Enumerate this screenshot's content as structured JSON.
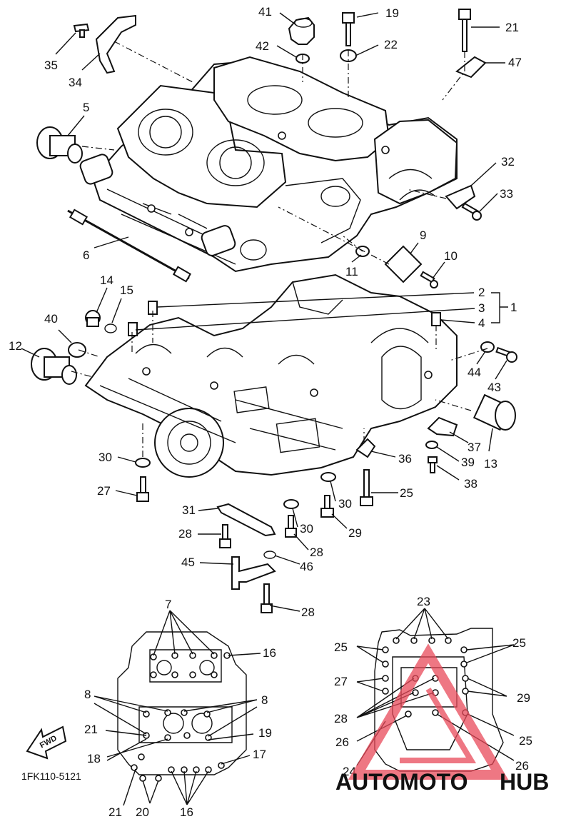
{
  "callouts": [
    {
      "n": "41"
    },
    {
      "n": "19"
    },
    {
      "n": "21"
    },
    {
      "n": "42"
    },
    {
      "n": "22"
    },
    {
      "n": "47"
    },
    {
      "n": "35"
    },
    {
      "n": "34"
    },
    {
      "n": "5"
    },
    {
      "n": "32"
    },
    {
      "n": "33"
    },
    {
      "n": "9"
    },
    {
      "n": "10"
    },
    {
      "n": "11"
    },
    {
      "n": "6"
    },
    {
      "n": "14"
    },
    {
      "n": "15"
    },
    {
      "n": "2"
    },
    {
      "n": "3"
    },
    {
      "n": "1"
    },
    {
      "n": "4"
    },
    {
      "n": "40"
    },
    {
      "n": "12"
    },
    {
      "n": "44"
    },
    {
      "n": "43"
    },
    {
      "n": "13"
    },
    {
      "n": "37"
    },
    {
      "n": "36"
    },
    {
      "n": "39"
    },
    {
      "n": "38"
    },
    {
      "n": "30"
    },
    {
      "n": "27"
    },
    {
      "n": "25"
    },
    {
      "n": "30"
    },
    {
      "n": "31"
    },
    {
      "n": "30"
    },
    {
      "n": "29"
    },
    {
      "n": "28"
    },
    {
      "n": "28"
    },
    {
      "n": "45"
    },
    {
      "n": "46"
    },
    {
      "n": "28"
    }
  ],
  "upper_case_view": {
    "labels": [
      {
        "n": "7"
      },
      {
        "n": "16"
      },
      {
        "n": "8"
      },
      {
        "n": "8"
      },
      {
        "n": "21"
      },
      {
        "n": "19"
      },
      {
        "n": "18"
      },
      {
        "n": "17"
      },
      {
        "n": "21"
      },
      {
        "n": "20"
      },
      {
        "n": "16"
      }
    ]
  },
  "lower_case_view": {
    "labels": [
      {
        "n": "23"
      },
      {
        "n": "25"
      },
      {
        "n": "25"
      },
      {
        "n": "27"
      },
      {
        "n": "29"
      },
      {
        "n": "28"
      },
      {
        "n": "26"
      },
      {
        "n": "25"
      },
      {
        "n": "24"
      },
      {
        "n": "26"
      }
    ]
  },
  "fwd_badge": "FWD",
  "diagram_code": "1FK110-5121",
  "watermark": {
    "text_part1": "AUTOMOTO",
    "text_part2": "HUB",
    "color_part1": "#f5a04a",
    "color_part2": "#7a7a7a",
    "logo_color": "#e84a5a"
  }
}
